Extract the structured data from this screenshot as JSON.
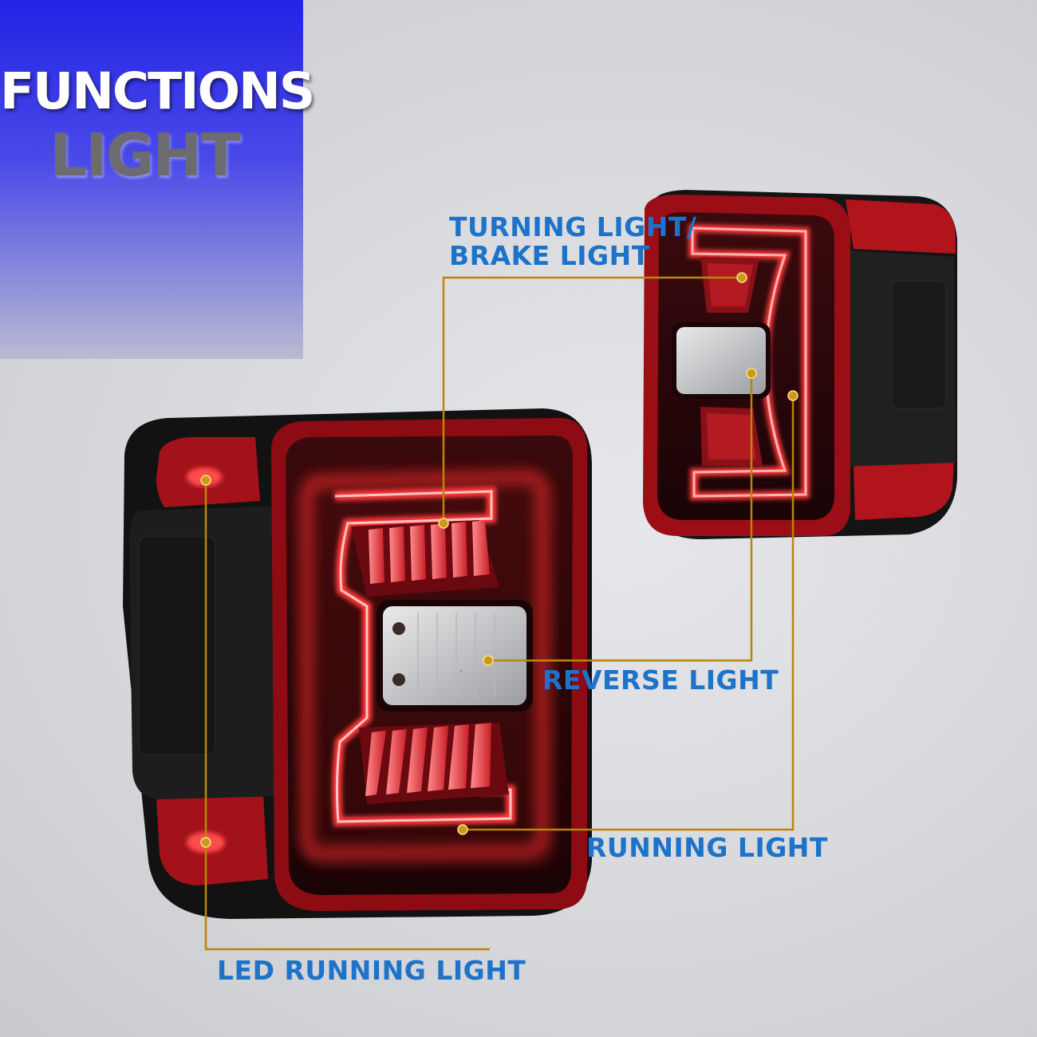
{
  "badge": {
    "title": "FUNCTIONS",
    "subtitle": "LIGHT"
  },
  "callouts": {
    "turning_line1": "TURNING LIGHT/",
    "turning_line2": "BRAKE LIGHT",
    "reverse": "REVERSE LIGHT",
    "running": "RUNNING LIGHT",
    "led_running": "LED RUNNING LIGHT"
  },
  "colors": {
    "callout_text": "#1c73c9",
    "leader_line": "#b8860b",
    "badge_blue": "#2323e6"
  }
}
